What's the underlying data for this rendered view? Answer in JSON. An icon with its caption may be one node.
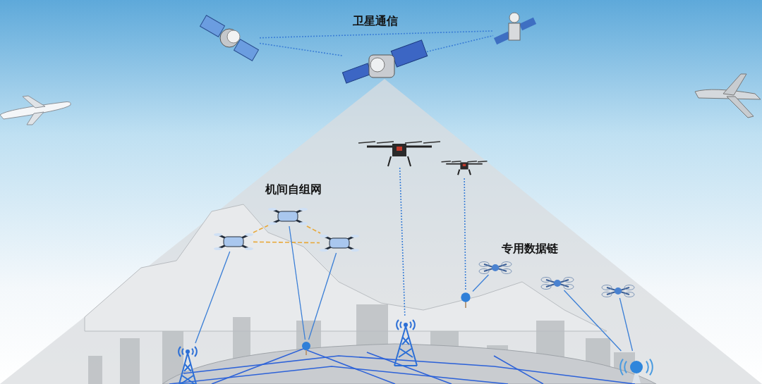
{
  "diagram": {
    "nodes": [
      {
        "text": [],
        "shape": "picture"
      },
      {
        "text": [],
        "shape": "picture"
      },
      {
        "text": [],
        "shape": "picture"
      },
      {
        "text": [],
        "shape": "picture"
      },
      {
        "text": [],
        "shape": "picture"
      },
      {
        "text": [],
        "shape": "picture"
      },
      {
        "text": [],
        "shape": "picture"
      },
      {
        "text": [],
        "shape": "picture"
      },
      {
        "text": [],
        "shape": "picture"
      },
      {
        "text": [],
        "shape": "picture"
      },
      {
        "text": [],
        "shape": "picture"
      },
      {
        "text": [],
        "shape": "picture"
      },
      {
        "text": [],
        "shape": "picture"
      },
      {
        "text": [],
        "shape": "picture"
      },
      {
        "text": [],
        "shape": "picture"
      },
      {
        "text": [],
        "shape": "picture"
      }
    ],
    "edges": [
      {
        "from": 0,
        "to": 2,
        "arrow": "none",
        "style": "dashed"
      },
      {
        "from": 0,
        "to": 1,
        "arrow": "none",
        "style": "dashed"
      },
      {
        "from": 1,
        "to": 2,
        "arrow": "none",
        "style": "dashed"
      },
      {
        "from": 3,
        "to": 4,
        "arrow": "none",
        "style": "dashed",
        "color": "#e8a838"
      },
      {
        "from": 4,
        "to": 5,
        "arrow": "none",
        "style": "dashed",
        "color": "#e8a838"
      },
      {
        "from": 3,
        "to": 5,
        "arrow": "none",
        "style": "dashed",
        "color": "#e8a838"
      },
      {
        "from": 3,
        "to": 6,
        "arrow": "none"
      },
      {
        "from": 4,
        "to": 7,
        "arrow": "none"
      },
      {
        "from": 5,
        "to": 7,
        "arrow": "none"
      },
      {
        "from": 8,
        "to": 10,
        "arrow": "none",
        "style": "dashed"
      },
      {
        "from": 9,
        "to": 11,
        "arrow": "none",
        "style": "dashed"
      },
      {
        "from": 12,
        "to": 11,
        "arrow": "none"
      },
      {
        "from": 13,
        "to": 15,
        "arrow": "none"
      },
      {
        "from": 14,
        "to": 15,
        "arrow": "none"
      }
    ],
    "labels": [
      "卫星通信",
      "机间自组网",
      "专用数据链"
    ]
  }
}
